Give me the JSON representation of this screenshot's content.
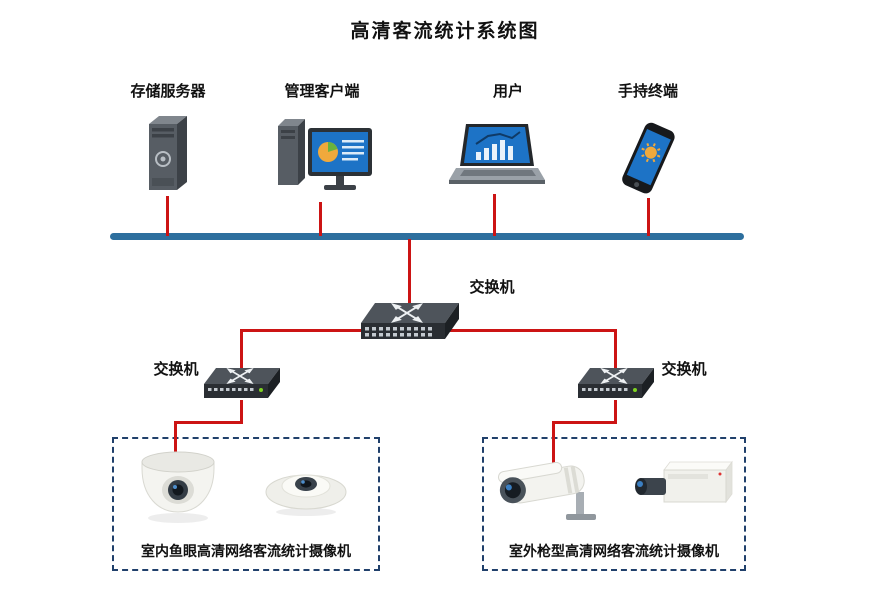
{
  "title": "高清客流统计系统图",
  "top_devices": [
    {
      "id": "storage-server",
      "label": "存储服务器"
    },
    {
      "id": "management-client",
      "label": "管理客户端"
    },
    {
      "id": "user",
      "label": "用户"
    },
    {
      "id": "handheld-terminal",
      "label": "手持终端"
    }
  ],
  "switches": {
    "core": {
      "label": "交换机"
    },
    "left": {
      "label": "交换机"
    },
    "right": {
      "label": "交换机"
    }
  },
  "camera_groups": {
    "indoor": {
      "label": "室内鱼眼高清网络客流统计摄像机"
    },
    "outdoor": {
      "label": "室外枪型高清网络客流统计摄像机"
    }
  },
  "colors": {
    "bus_line": "#2d6f9e",
    "link_line": "#cc1414",
    "camera_box_border": "#20406b"
  }
}
